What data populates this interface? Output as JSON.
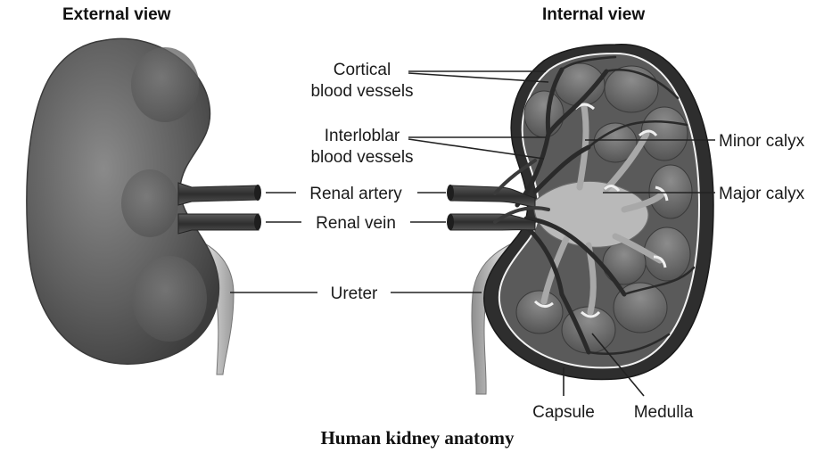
{
  "headings": {
    "external": "External view",
    "internal": "Internal view"
  },
  "labels": {
    "cortical_1": "Cortical",
    "cortical_2": "blood vessels",
    "interlobar_1": "Interloblar",
    "interlobar_2": "blood vessels",
    "renal_artery": "Renal artery",
    "renal_vein": "Renal vein",
    "ureter": "Ureter",
    "minor_calyx": "Minor calyx",
    "major_calyx": "Major calyx",
    "capsule": "Capsule",
    "medulla": "Medulla"
  },
  "caption": "Human kidney anatomy"
}
